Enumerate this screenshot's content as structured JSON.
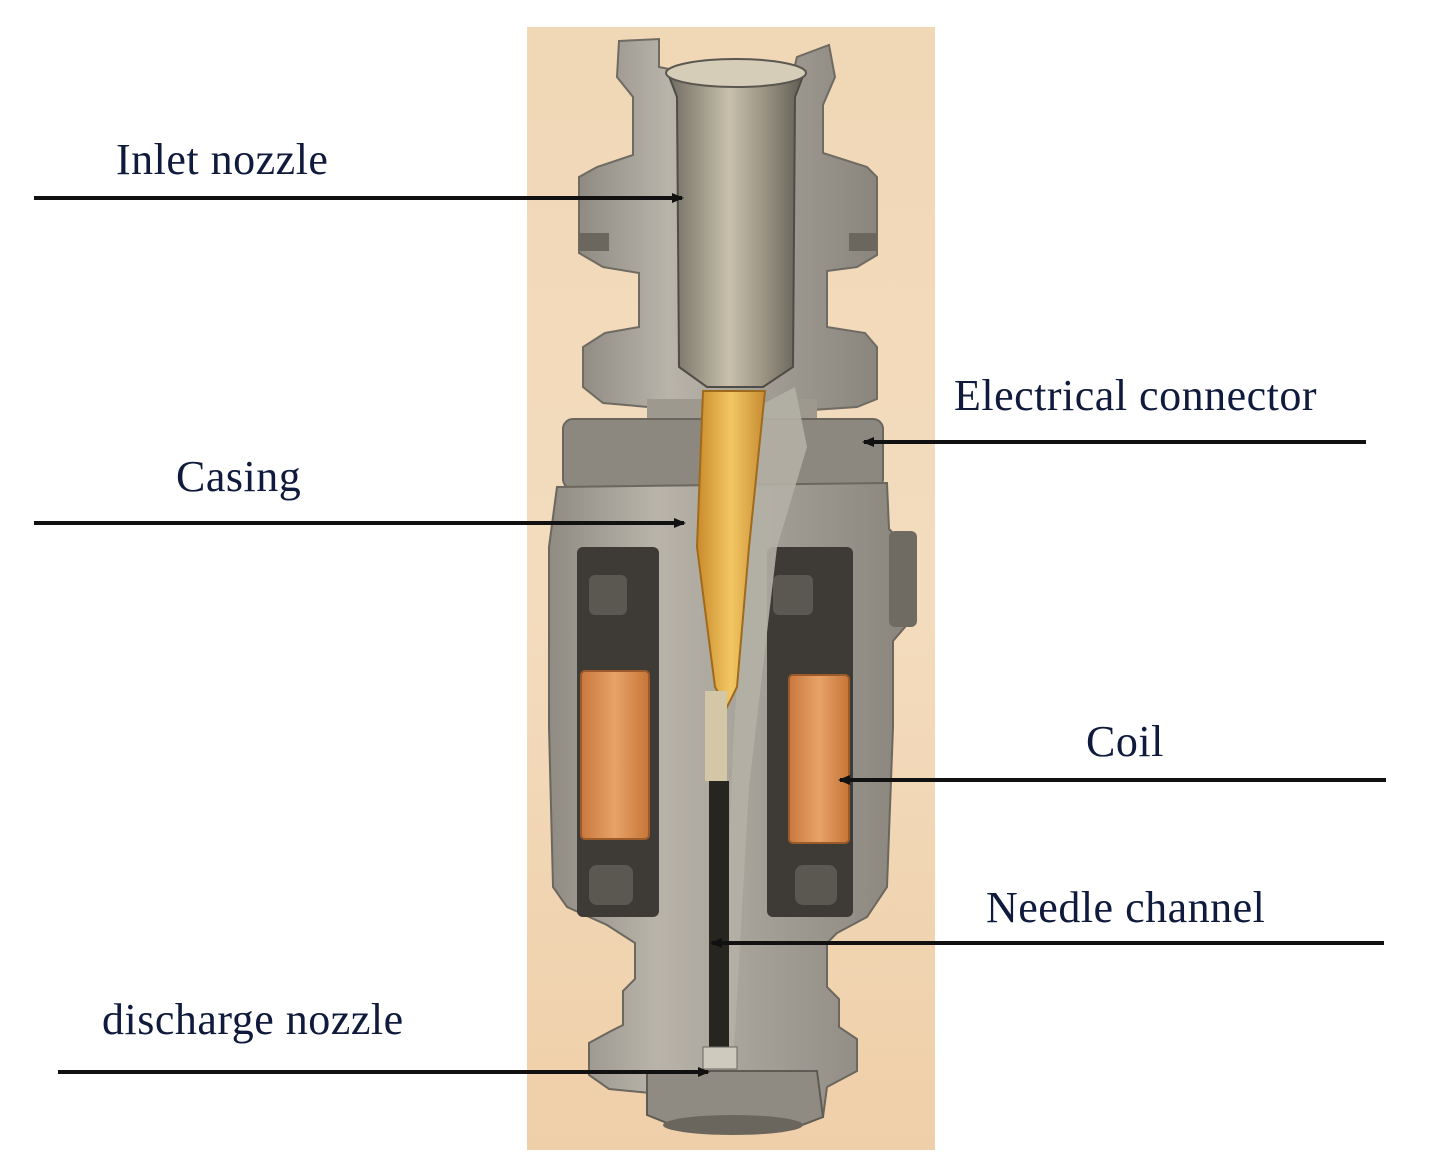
{
  "labels": {
    "inlet_nozzle": "Inlet nozzle",
    "electrical_connector": "Electrical connector",
    "casing": "Casing",
    "coil": "Coil",
    "needle_channel": "Needle channel",
    "discharge_nozzle": "discharge nozzle"
  },
  "colors": {
    "background": "#f1d9b9",
    "metal": "#a9a59d",
    "metal_dark": "#7d7a73",
    "cavity": "#3c3a36",
    "copper": "#d98a4a",
    "brass": "#e2a93c",
    "line": "#111111",
    "text": "#0f1a3c"
  }
}
